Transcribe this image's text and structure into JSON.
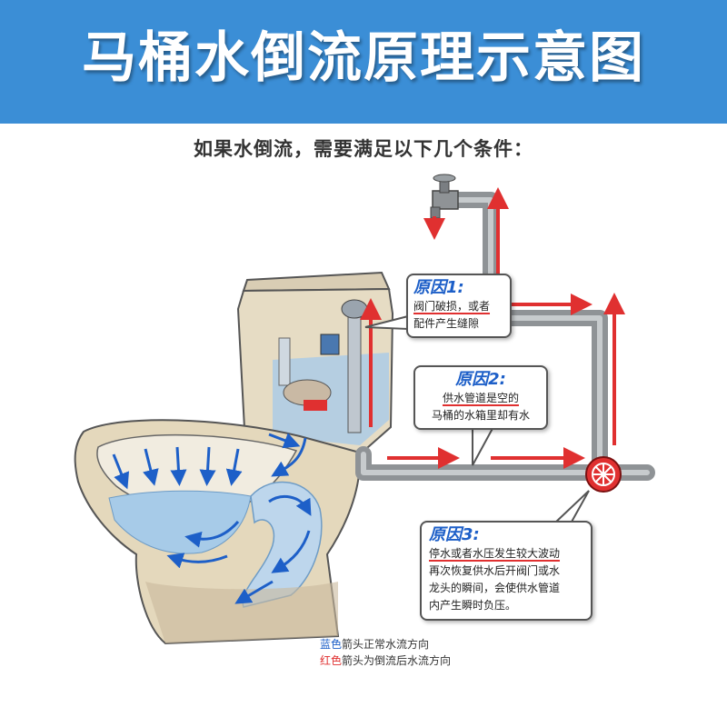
{
  "title": "马桶水倒流原理示意图",
  "subtitle": "如果水倒流，需要满足以下几个条件：",
  "colors": {
    "header": "#3b8ed6",
    "normal_flow": "#1d5fc8",
    "backflow": "#e03030",
    "pipe": "#8f9396"
  },
  "icons": [
    "faucet-icon",
    "valve-wheel-icon",
    "toilet-illustration"
  ],
  "callouts": [
    {
      "title": "原因1:",
      "lines": [
        "阀门破损，或者",
        "配件产生缝隙"
      ]
    },
    {
      "title": "原因2:",
      "lines": [
        "供水管道是空的",
        "马桶的水箱里却有水"
      ]
    },
    {
      "title": "原因3:",
      "lines": [
        "停水或者水压发生较大波动",
        "再次恢复供水后开阀门或水",
        "龙头的瞬间，会使供水管道",
        "内产生瞬时负压。"
      ]
    }
  ],
  "legend": [
    {
      "color_word": "蓝色",
      "text": "箭头正常水流方向"
    },
    {
      "color_word": "红色",
      "text": "箭头为倒流后水流方向"
    }
  ]
}
